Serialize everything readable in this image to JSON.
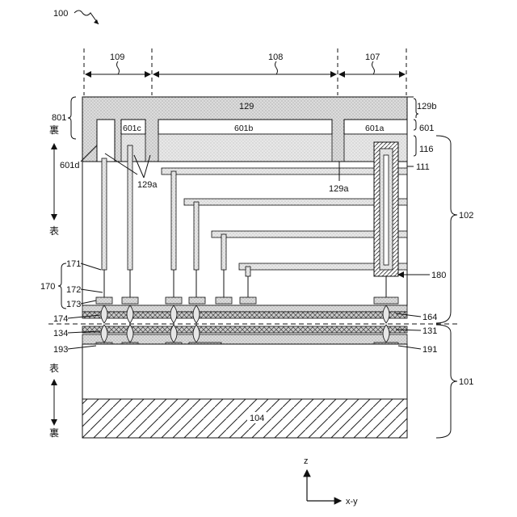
{
  "figure": {
    "fig_ref": "100",
    "regions": {
      "r109": "109",
      "r108": "108",
      "r107": "107"
    },
    "top_layer": "129",
    "top_layer_side": "129b",
    "group_801": "801",
    "cells": {
      "c601c": "601c",
      "c601b": "601b",
      "c601a": "601a"
    },
    "layer_601": "601",
    "layer_116": "116",
    "layer_111": "111",
    "ref_601d": "601d",
    "ref_129a_left": "129a",
    "ref_129a_right": "129a",
    "side_102": "102",
    "side_101": "101",
    "ref_171": "171",
    "ref_170": "170",
    "ref_172": "172",
    "ref_173": "173",
    "ref_174": "174",
    "ref_134": "134",
    "ref_193": "193",
    "ref_180": "180",
    "ref_164": "164",
    "ref_131": "131",
    "ref_191": "191",
    "substrate": "104",
    "dir_back_top": "裏",
    "dir_front_top": "表",
    "dir_front_bottom": "表",
    "dir_back_bottom": "裏",
    "axis_z": "z",
    "axis_xy": "x-y"
  }
}
